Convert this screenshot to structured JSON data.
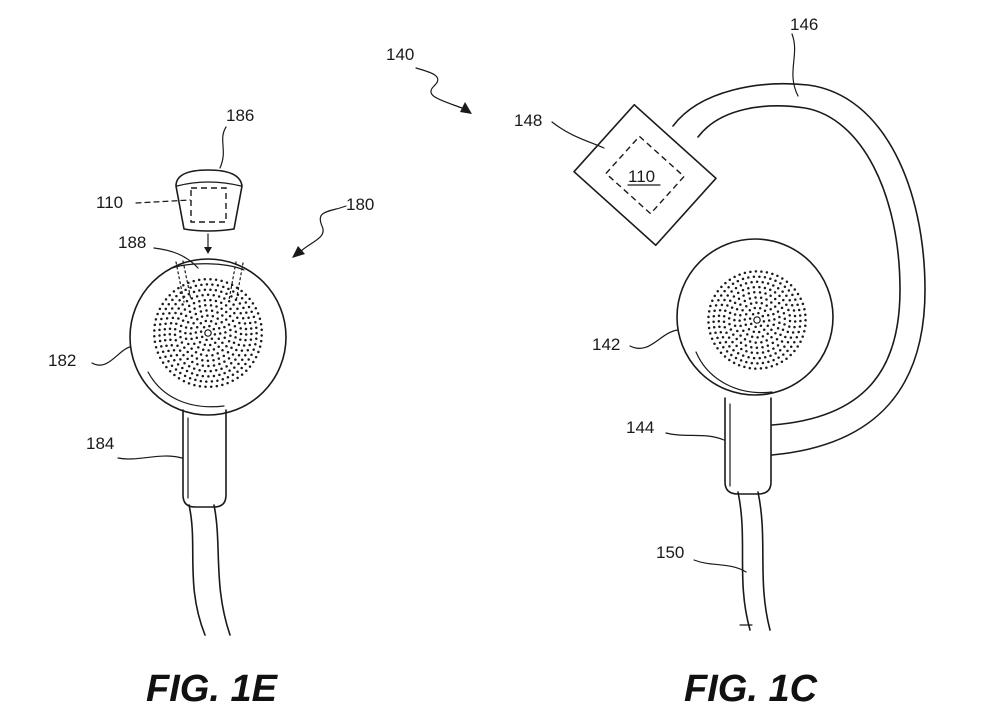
{
  "figures": {
    "left": {
      "caption": "FIG. 1E"
    },
    "right": {
      "caption": "FIG. 1C"
    }
  },
  "labels": {
    "ref_186": "186",
    "ref_110_left": "110",
    "ref_180": "180",
    "ref_188": "188",
    "ref_182": "182",
    "ref_184": "184",
    "ref_140": "140",
    "ref_146": "146",
    "ref_148": "148",
    "ref_110_right": "110",
    "ref_142": "142",
    "ref_144": "144",
    "ref_150": "150"
  },
  "colors": {
    "ink": "#1a1a1a",
    "background": "#ffffff"
  }
}
